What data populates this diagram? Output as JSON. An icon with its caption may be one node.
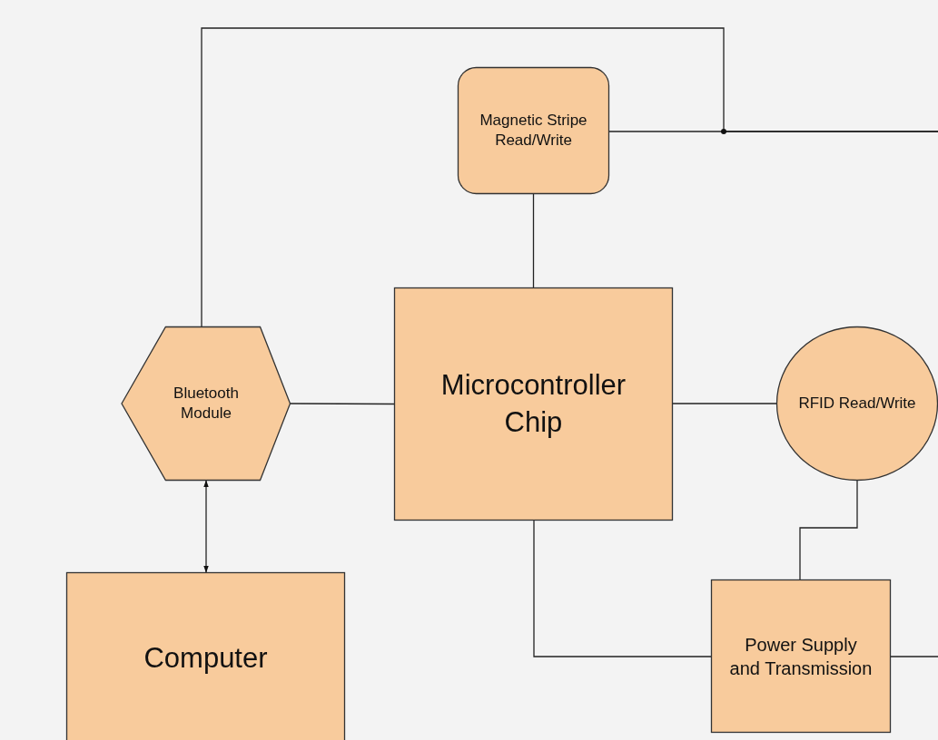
{
  "diagram": {
    "nodes": [
      {
        "text": [
          "Magnetic Stripe Read/Write"
        ]
      },
      {
        "text": [
          "Bluetooth Module"
        ]
      },
      {
        "text": [
          "Microcontroller Chip"
        ]
      },
      {
        "text": [
          "RFID Read/Write"
        ]
      },
      {
        "text": [
          "Computer"
        ]
      },
      {
        "text": [
          "Power Supply and Transmission"
        ]
      }
    ],
    "edges": [
      {
        "from": 0,
        "to": 2,
        "arrow": "none"
      },
      {
        "from": 1,
        "to": 2,
        "arrow": "none"
      },
      {
        "from": 2,
        "to": 3,
        "arrow": "none"
      },
      {
        "from": 2,
        "to": 5,
        "arrow": "none"
      },
      {
        "from": 3,
        "to": 5,
        "arrow": "none"
      },
      {
        "from": 1,
        "to": 4,
        "arrow": "both"
      },
      {
        "from": 1,
        "to": null,
        "arrow": "none"
      },
      {
        "from": 0,
        "to": null,
        "arrow": "none"
      },
      {
        "from": 5,
        "to": null,
        "arrow": "none"
      }
    ]
  }
}
